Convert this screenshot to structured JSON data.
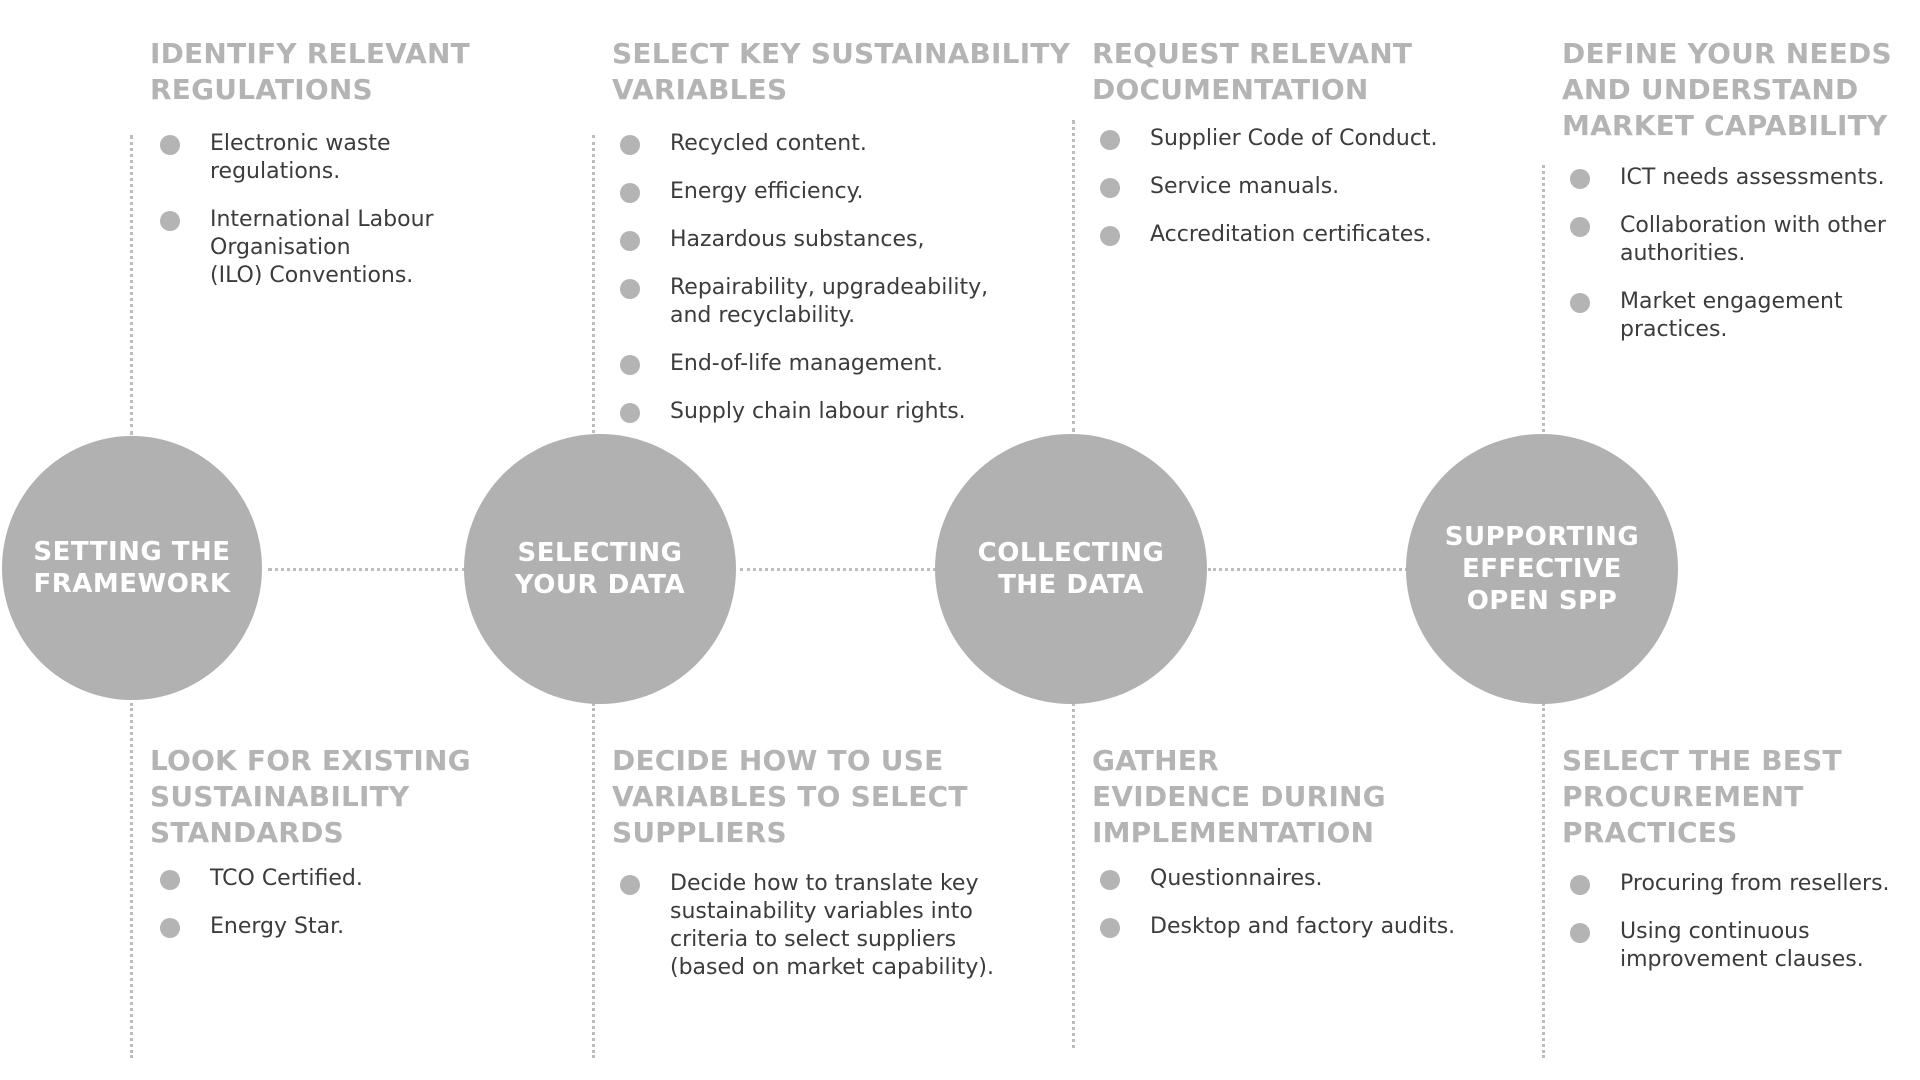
{
  "colors": {
    "circle": "#b1b1b1",
    "heading": "#b4b4b4",
    "text": "#3c3c3c",
    "connector": "#bdbdbd"
  },
  "stages": [
    {
      "circle": "SETTING THE\nFRAMEWORK",
      "top": {
        "heading": "IDENTIFY RELEVANT\nREGULATIONS",
        "items": [
          "Electronic waste\nregulations.",
          "International Labour\nOrganisation\n(ILO) Conventions."
        ]
      },
      "bottom": {
        "heading": "LOOK FOR EXISTING\nSUSTAINABILITY\nSTANDARDS",
        "items": [
          "TCO Certified.",
          "Energy Star."
        ]
      }
    },
    {
      "circle": "SELECTING\nYOUR DATA",
      "top": {
        "heading": "SELECT KEY SUSTAINABILITY\nVARIABLES",
        "items": [
          "Recycled content.",
          "Energy efficiency.",
          "Hazardous substances,",
          "Repairability, upgradeability,\nand recyclability.",
          "End-of-life management.",
          "Supply chain labour rights."
        ]
      },
      "bottom": {
        "heading": "DECIDE HOW TO USE\nVARIABLES TO SELECT\nSUPPLIERS",
        "items": [
          "Decide how to translate key\nsustainability variables into\ncriteria to select suppliers\n(based on market capability)."
        ]
      }
    },
    {
      "circle": "COLLECTING\nTHE DATA",
      "top": {
        "heading": "REQUEST RELEVANT\nDOCUMENTATION",
        "items": [
          "Supplier Code of Conduct.",
          "Service manuals.",
          "Accreditation certificates."
        ]
      },
      "bottom": {
        "heading": "GATHER\nEVIDENCE DURING\nIMPLEMENTATION",
        "items": [
          "Questionnaires.",
          "Desktop and factory audits."
        ]
      }
    },
    {
      "circle": "SUPPORTING\nEFFECTIVE\nOPEN SPP",
      "top": {
        "heading": "DEFINE YOUR NEEDS\nAND UNDERSTAND\nMARKET CAPABILITY",
        "items": [
          "ICT needs assessments.",
          "Collaboration with other\nauthorities.",
          "Market engagement\npractices."
        ]
      },
      "bottom": {
        "heading": "SELECT THE BEST\nPROCUREMENT\nPRACTICES",
        "items": [
          "Procuring from resellers.",
          "Using continuous\nimprovement clauses."
        ]
      }
    }
  ]
}
